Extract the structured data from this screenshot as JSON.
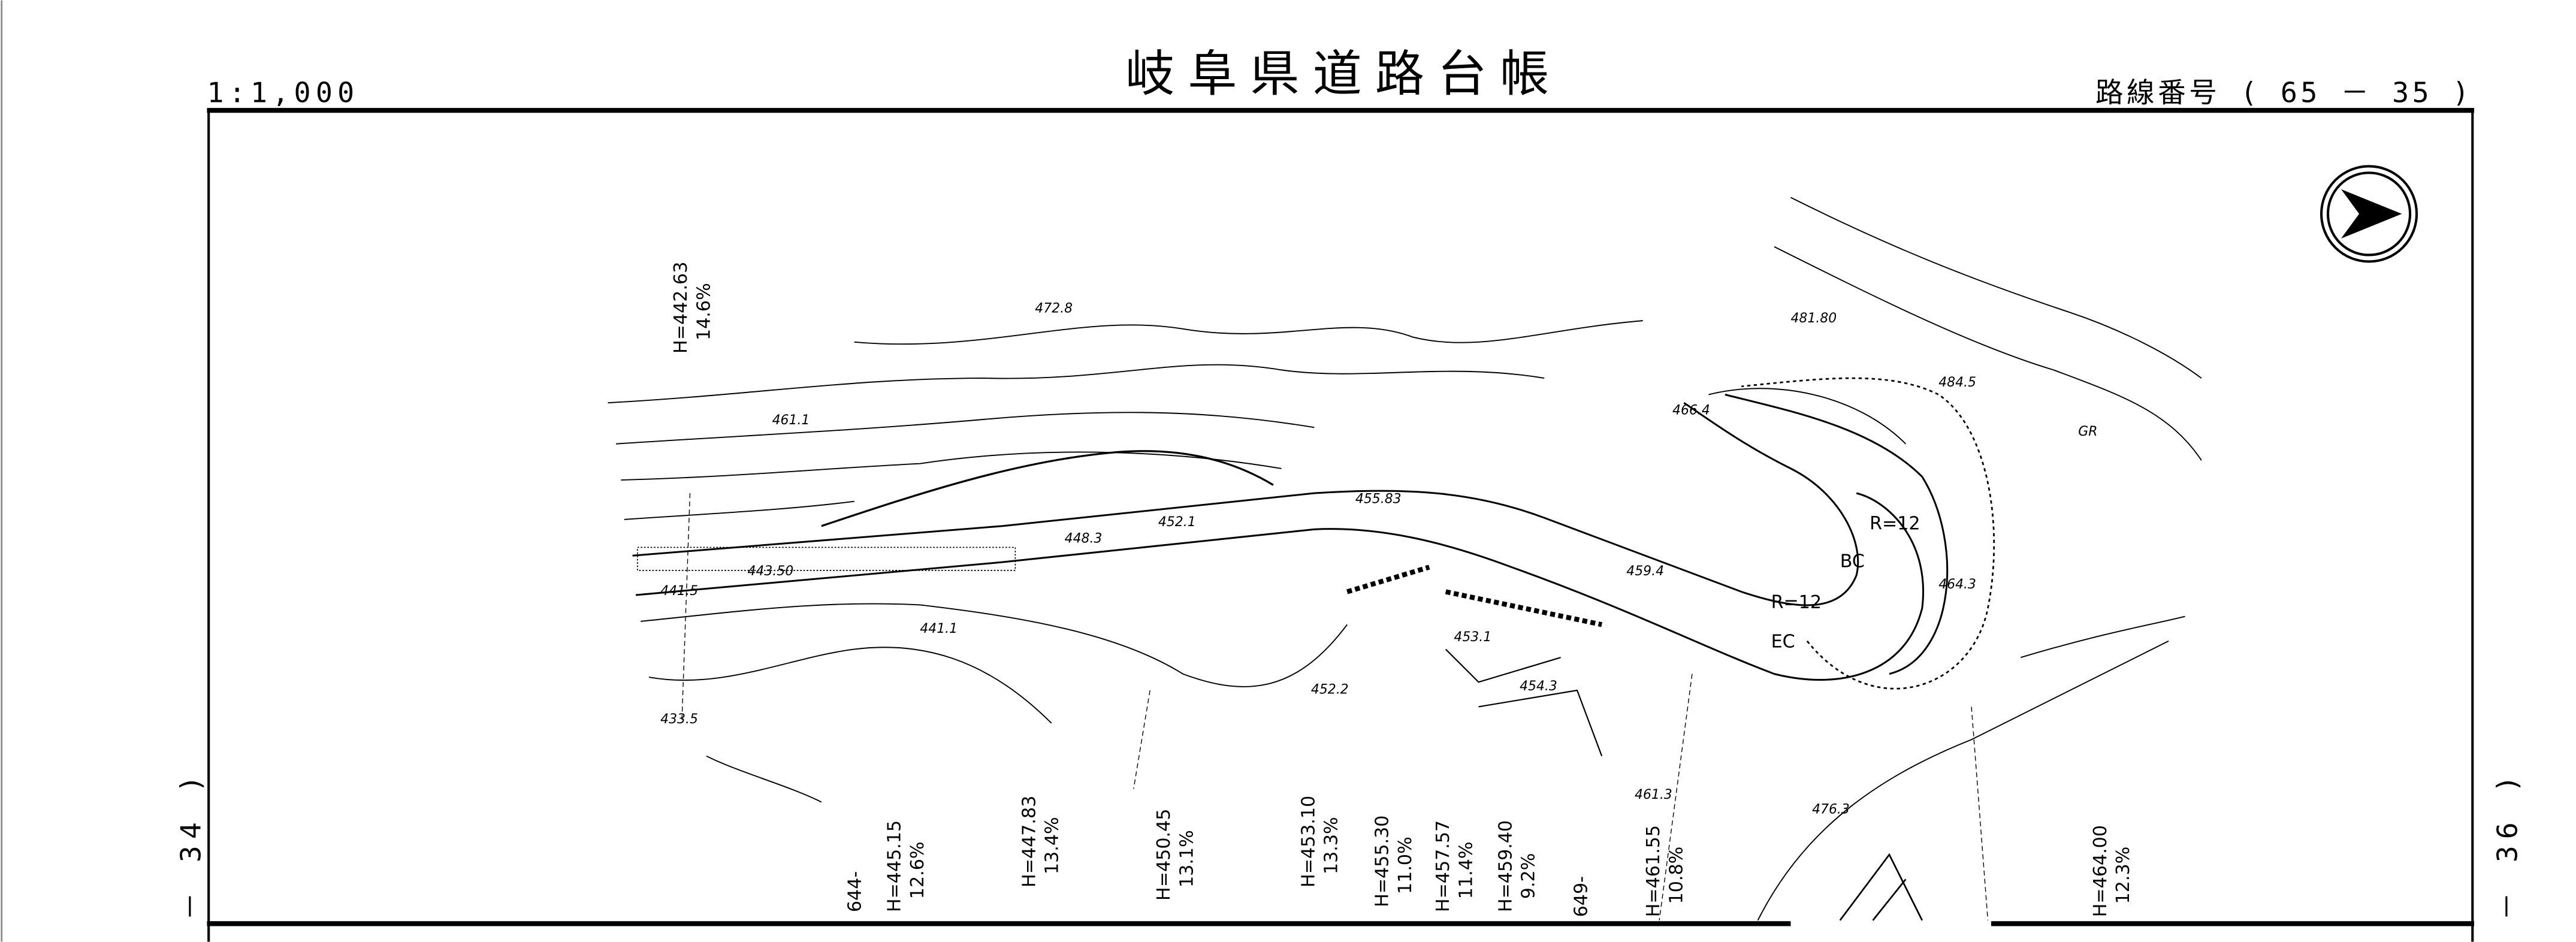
{
  "header": {
    "scale": "1:1,000",
    "title": "岐阜県道路台帳",
    "route_number": "路線番号 ( 65 － 35 )"
  },
  "side_labels": {
    "left_sheet": "－ 34 )",
    "right_sheet": "－ 36 )"
  },
  "north_arrow": "north-arrow-icon",
  "elevation_labels": [
    "472.8",
    "461.1",
    "441.5",
    "443.50",
    "448.3",
    "452.1",
    "455.83",
    "459.4",
    "481.80",
    "484.5",
    "466.4",
    "464.3",
    "441.1",
    "453.1",
    "454.3",
    "452.2",
    "433.5",
    "461.3",
    "476.3"
  ],
  "curve_labels": {
    "bc": "BC",
    "ec": "EC",
    "r1": "R=12",
    "r2": "R=12",
    "gr": "GR"
  },
  "station_profiles": [
    {
      "height": "H=442.63",
      "grade": "14.6%"
    },
    {
      "height": "H=445.15",
      "grade": "12.6%"
    },
    {
      "height": "H=447.83",
      "grade": "13.4%"
    },
    {
      "height": "H=450.45",
      "grade": "13.1%"
    },
    {
      "height": "H=453.10",
      "grade": "13.3%"
    },
    {
      "height": "H=455.30",
      "grade": "11.0%"
    },
    {
      "height": "H=457.57",
      "grade": "11.4%"
    },
    {
      "height": "H=459.40",
      "grade": "9.2%"
    },
    {
      "height": "H=461.55",
      "grade": "10.8%"
    },
    {
      "height": "H=464.00",
      "grade": "12.3%"
    }
  ],
  "station_marks": [
    "644-",
    "649-"
  ]
}
